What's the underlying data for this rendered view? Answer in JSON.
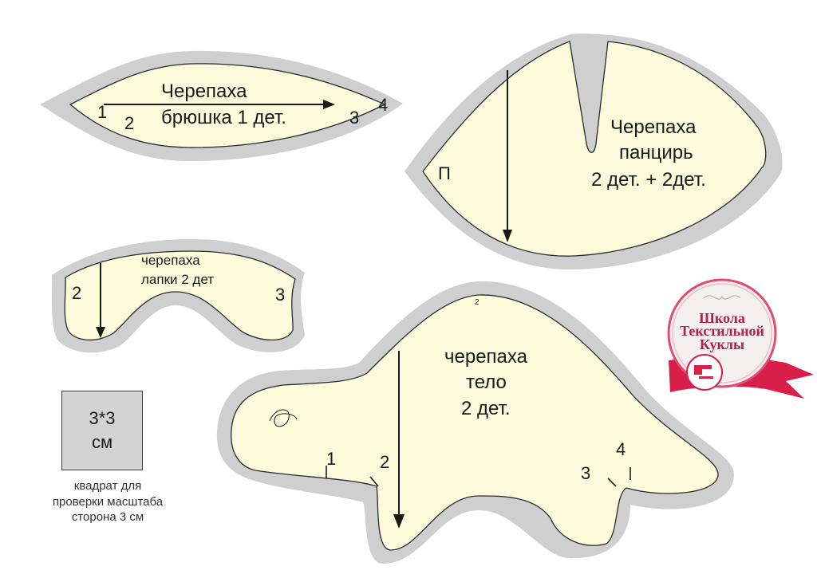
{
  "belly": {
    "title": "Черепаха",
    "subtitle": "брюшка 1 дет.",
    "marks": [
      "1",
      "2",
      "3",
      "4"
    ]
  },
  "shell": {
    "title": "Черепаха",
    "line2": "панцирь",
    "line3": "2 дет. + 2дет.",
    "mark": "П"
  },
  "paws": {
    "title": "черепаха",
    "subtitle": "лапки 2 дет",
    "marks": [
      "2",
      "3"
    ]
  },
  "body_piece": {
    "title": "черепаха",
    "line2": "тело",
    "line3": "2 дет.",
    "marks": [
      "1",
      "2",
      "3",
      "4"
    ],
    "top_mark": "2"
  },
  "scale": {
    "box_line1": "3*3",
    "box_line2": "см",
    "caption_line1": "квадрат для",
    "caption_line2": "проверки масштаба",
    "caption_line3": "сторона 3 см"
  },
  "logo": {
    "line1": "Школа",
    "line2": "Текстильной",
    "line3": "Куклы"
  },
  "colors": {
    "seam_allowance": "#cfcfcf",
    "piece_fill": "#fdfbdc",
    "outline": "#2b2b2b",
    "logo_ribbon": "#d81e4a"
  }
}
